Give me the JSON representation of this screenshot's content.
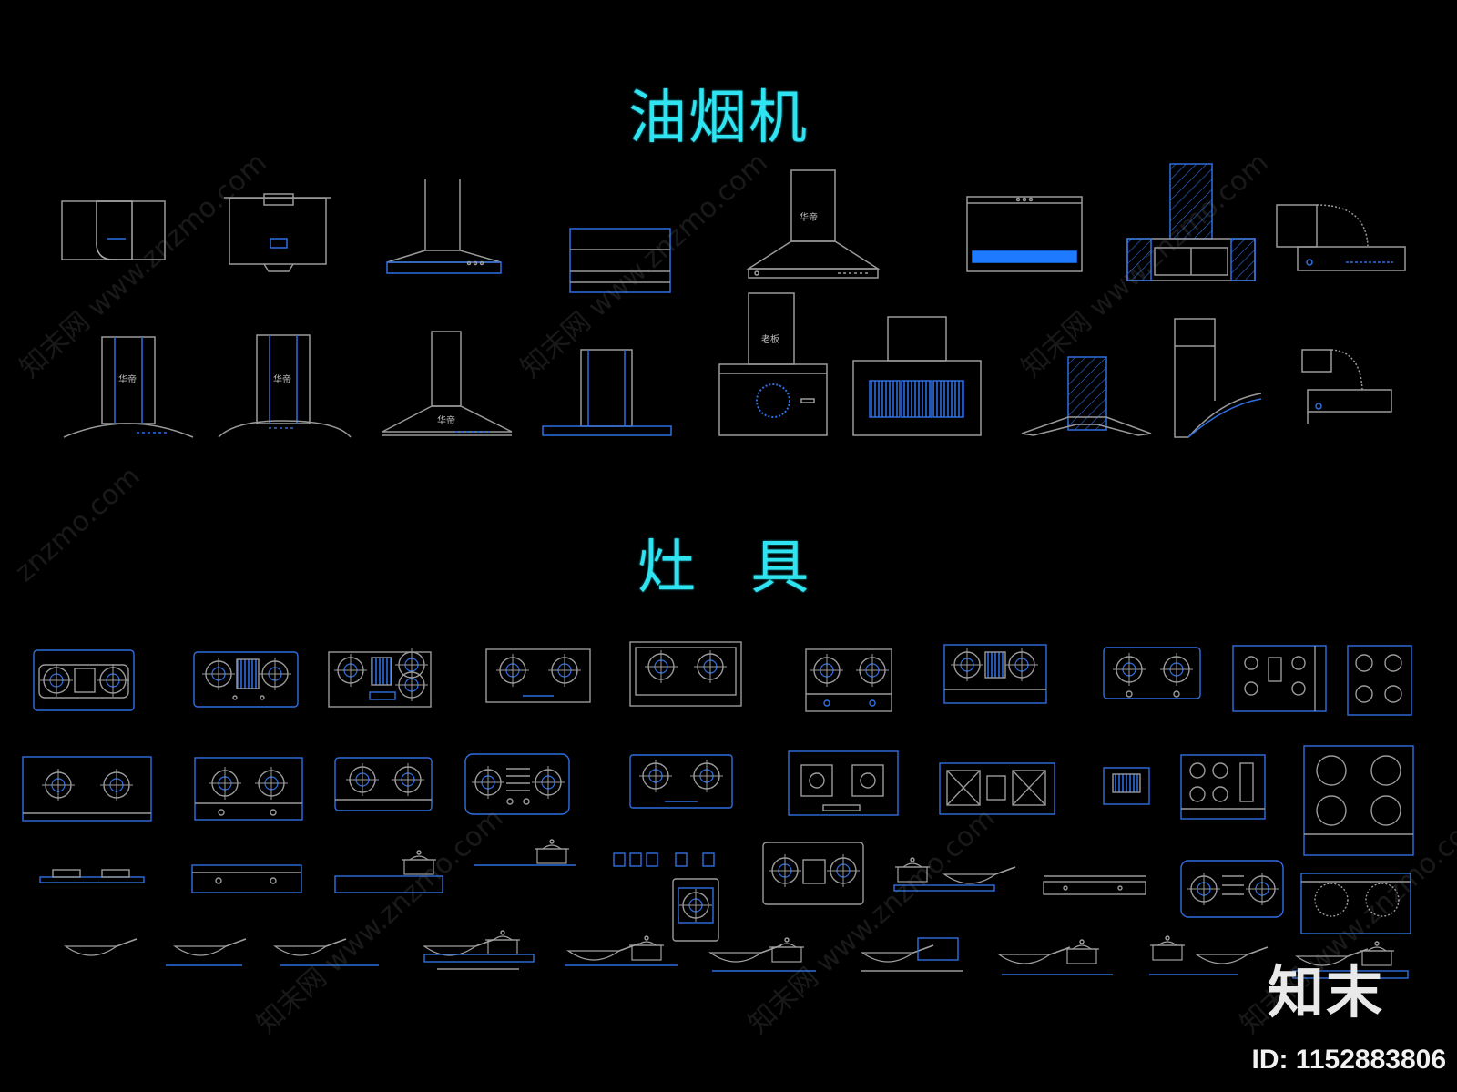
{
  "titles": {
    "range_hood": "油烟机",
    "stove": "灶 具"
  },
  "watermark": {
    "site": "www.znzmo.com",
    "site_short": "znzmo.com",
    "cn": "知末网"
  },
  "brand": {
    "logo": "知末",
    "id_label": "ID: 1152883806"
  },
  "hood_labels": [
    "华帝",
    "华帝",
    "华帝",
    "华帝",
    "老板"
  ],
  "colors": {
    "background": "#000000",
    "title": "#2fe3f0",
    "line_gray": "#9a9a9a",
    "line_blue": "#2f6fe0",
    "accent_blue": "#1e7bff"
  }
}
